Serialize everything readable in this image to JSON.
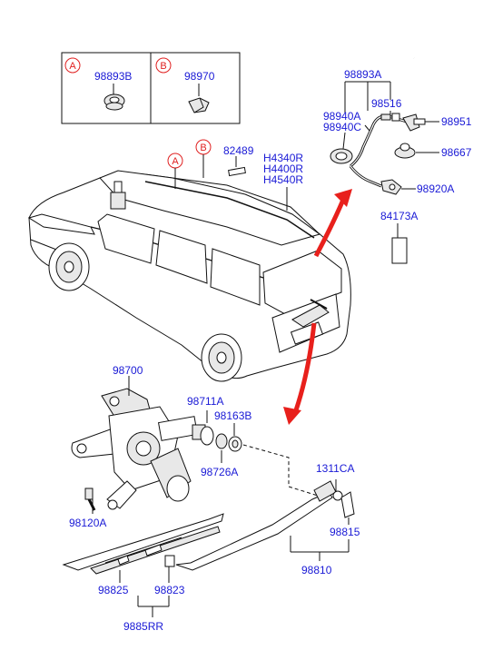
{
  "legend": {
    "a": {
      "letter": "A",
      "part": "98893B"
    },
    "b": {
      "letter": "B",
      "part": "98970"
    }
  },
  "car_callouts": {
    "a": "A",
    "b": "B"
  },
  "labels": {
    "p82489": "82489",
    "h4340r": "H4340R",
    "h4400r": "H4400R",
    "h4540r": "H4540R",
    "p98893a": "98893A",
    "p98516": "98516",
    "p98940a": "98940A",
    "p98940c": "98940C",
    "p98951": "98951",
    "p98667": "98667",
    "p98920a": "98920A",
    "p84173a": "84173A",
    "p98700": "98700",
    "p98711a": "98711A",
    "p98163b": "98163B",
    "p98726a": "98726A",
    "p98120a": "98120A",
    "p1311ca": "1311CA",
    "p98815": "98815",
    "p98810": "98810",
    "p98825": "98825",
    "p98823": "98823",
    "p9885rr": "9885RR"
  },
  "colors": {
    "part_label": "#1a1ad6",
    "callout": "#e02020",
    "arrow": "#e8201c",
    "line": "#111111"
  }
}
